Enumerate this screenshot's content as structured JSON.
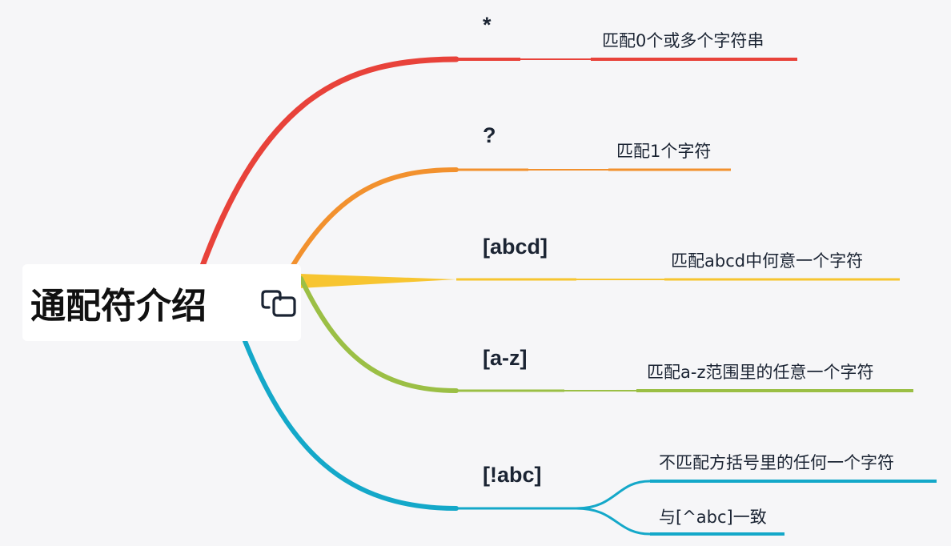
{
  "root": {
    "title": "通配符介绍",
    "icon": "link-icon"
  },
  "branches": [
    {
      "label": "*",
      "color": "#e8423a",
      "leaves": [
        "匹配0个或多个字符串"
      ]
    },
    {
      "label": "?",
      "color": "#f2912e",
      "leaves": [
        "匹配1个字符"
      ]
    },
    {
      "label": "[abcd]",
      "color": "#f7c531",
      "leaves": [
        "匹配abcd中何意一个字符"
      ]
    },
    {
      "label": "[a-z]",
      "color": "#9bbf45",
      "leaves": [
        "匹配a-z范围里的任意一个字符"
      ]
    },
    {
      "label": "[!abc]",
      "color": "#14a8c9",
      "leaves": [
        "不匹配方括号里的任何一个字符",
        "与[^abc]一致"
      ]
    }
  ]
}
